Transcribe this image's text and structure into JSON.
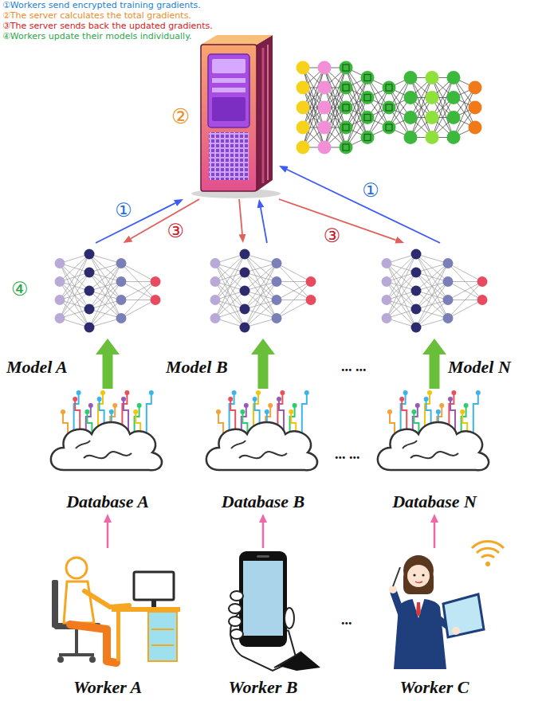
{
  "diagram": {
    "nodes": [
      {
        "text": [
          "②"
        ]
      },
      {
        "text": [
          "Model A"
        ]
      },
      {
        "text": [
          "Model B"
        ]
      },
      {
        "text": [
          "Model N"
        ]
      },
      {
        "text": [
          "Database A"
        ]
      },
      {
        "text": [
          "Database B"
        ]
      },
      {
        "text": [
          "Database N"
        ]
      },
      {
        "text": [
          "Worker A"
        ]
      },
      {
        "text": [
          "Worker B"
        ]
      },
      {
        "text": [
          "Worker C"
        ]
      }
    ],
    "edges": [
      {
        "from": 1,
        "to": 0,
        "arrow": "to",
        "label": "①"
      },
      {
        "from": 0,
        "to": 1,
        "arrow": "to",
        "label": "③"
      },
      {
        "from": 2,
        "to": 0,
        "arrow": "to"
      },
      {
        "from": 0,
        "to": 2,
        "arrow": "to"
      },
      {
        "from": 3,
        "to": 0,
        "arrow": "to",
        "label": "①"
      },
      {
        "from": 0,
        "to": 3,
        "arrow": "to",
        "label": "③"
      },
      {
        "from": 4,
        "to": 1,
        "arrow": "to"
      },
      {
        "from": 5,
        "to": 2,
        "arrow": "to"
      },
      {
        "from": 6,
        "to": 3,
        "arrow": "to"
      },
      {
        "from": 7,
        "to": 4,
        "arrow": "to"
      },
      {
        "from": 8,
        "to": 5,
        "arrow": "to"
      },
      {
        "from": 9,
        "to": 6,
        "arrow": "to"
      }
    ],
    "labels": [
      "①Workers send encrypted training gradients.",
      "②The server calculates the total gradients.",
      "③The server sends back the updated gradients.",
      "④Workers update their models individually.",
      "④",
      "... ...",
      "... ...",
      "..."
    ]
  }
}
